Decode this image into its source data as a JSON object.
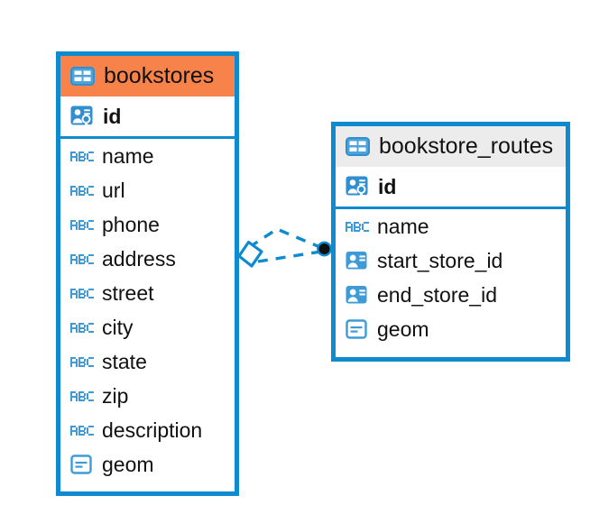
{
  "diagram": {
    "type": "entity-relationship-diagram",
    "background_color": "#FFFFFF",
    "accent_color": "#0E8BD0",
    "highlight_color": "#F8834A",
    "header_color": "#ECECEC"
  },
  "entities": [
    {
      "name": "bookstores",
      "header_style": "highlighted",
      "table_icon": "table-icon",
      "primary_key": {
        "label": "id",
        "icon": "primary-key-icon"
      },
      "fields": [
        {
          "label": "name",
          "icon": "text-field-icon"
        },
        {
          "label": "url",
          "icon": "text-field-icon"
        },
        {
          "label": "phone",
          "icon": "text-field-icon"
        },
        {
          "label": "address",
          "icon": "text-field-icon"
        },
        {
          "label": "street",
          "icon": "text-field-icon"
        },
        {
          "label": "city",
          "icon": "text-field-icon"
        },
        {
          "label": "state",
          "icon": "text-field-icon"
        },
        {
          "label": "zip",
          "icon": "text-field-icon"
        },
        {
          "label": "description",
          "icon": "text-field-icon"
        },
        {
          "label": "geom",
          "icon": "geometry-field-icon"
        }
      ]
    },
    {
      "name": "bookstore_routes",
      "header_style": "default",
      "table_icon": "table-icon",
      "primary_key": {
        "label": "id",
        "icon": "primary-key-icon"
      },
      "fields": [
        {
          "label": "name",
          "icon": "text-field-icon"
        },
        {
          "label": "start_store_id",
          "icon": "foreign-key-icon"
        },
        {
          "label": "end_store_id",
          "icon": "foreign-key-icon"
        },
        {
          "label": "geom",
          "icon": "geometry-field-icon"
        }
      ]
    }
  ],
  "relationship": {
    "style": "dashed",
    "color": "#0E8BD0",
    "source_marker": "diamond-marker",
    "target_marker": "filled-circle-marker"
  }
}
